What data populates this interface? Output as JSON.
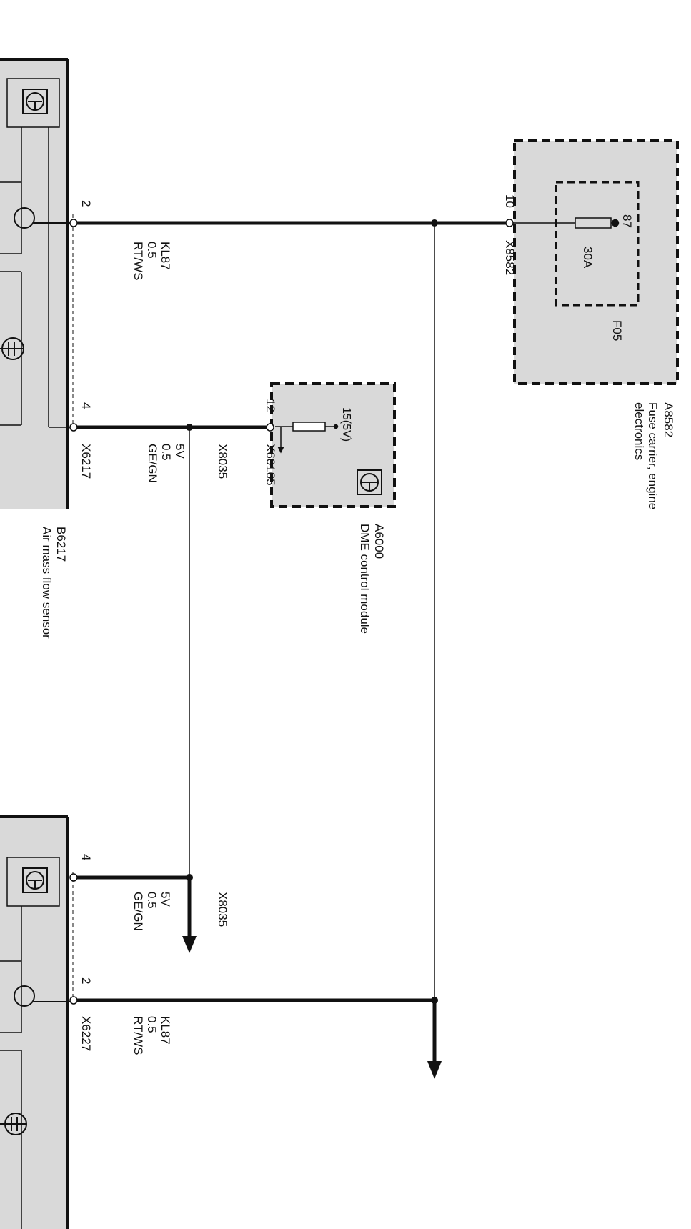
{
  "components": {
    "fuse_carrier": {
      "id": "A8582",
      "name_line1": "Fuse carrier, engine",
      "name_line2": "electronics"
    },
    "fuse": {
      "id": "F05",
      "rating": "30A",
      "terminal": "87"
    },
    "dme": {
      "id": "A6000",
      "name": "DME control module",
      "supply": "15(5V)"
    },
    "sensor_b6217": {
      "id": "B6217",
      "name": "Air mass flow sensor"
    }
  },
  "connectors": {
    "x8582": {
      "id": "X8582",
      "pin": "10"
    },
    "x60105": {
      "id": "X60105",
      "pin": "12"
    },
    "x6217_pin2": "2",
    "x6217_pin4": "4",
    "x6217": "X6217",
    "x6227": "X6227",
    "x6227_pin4": "4",
    "x6227_pin2": "2",
    "splice_upper": "X8035",
    "splice_lower": "X8035"
  },
  "wires": {
    "kl87_upper": {
      "signal": "KL87",
      "size": "0.5",
      "color": "RT/WS"
    },
    "fivev_upper": {
      "signal": "5V",
      "size": "0.5",
      "color": "GE/GN"
    },
    "fivev_lower": {
      "signal": "5V",
      "size": "0.5",
      "color": "GE/GN"
    },
    "kl87_lower": {
      "signal": "KL87",
      "size": "0.5",
      "color": "RT/WS"
    }
  },
  "colors": {
    "component_fill": "#d9d9d9",
    "line": "#111111",
    "background": "#ffffff"
  },
  "icons": [
    "control-unit-symbol-icon",
    "transistor-icon",
    "resistor-icon",
    "ground-arrow-icon",
    "fuse-icon",
    "continuation-arrow-icon"
  ]
}
